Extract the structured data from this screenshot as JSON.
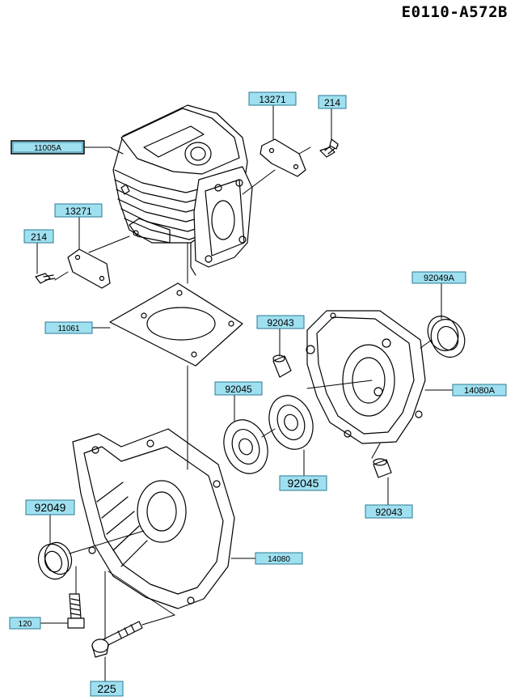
{
  "diagram_code": "E0110-A572B",
  "callouts": [
    {
      "id": "c-11005a",
      "label": "11005A"
    },
    {
      "id": "c-13271-top",
      "label": "13271"
    },
    {
      "id": "c-214-top",
      "label": "214"
    },
    {
      "id": "c-13271-left",
      "label": "13271"
    },
    {
      "id": "c-214-left",
      "label": "214"
    },
    {
      "id": "c-92049a",
      "label": "92049A"
    },
    {
      "id": "c-11061",
      "label": "11061"
    },
    {
      "id": "c-92043-top",
      "label": "92043"
    },
    {
      "id": "c-14080a",
      "label": "14080A"
    },
    {
      "id": "c-92045-left",
      "label": "92045"
    },
    {
      "id": "c-92045-right",
      "label": "92045"
    },
    {
      "id": "c-92043-bottom",
      "label": "92043"
    },
    {
      "id": "c-92049",
      "label": "92049"
    },
    {
      "id": "c-14080",
      "label": "14080"
    },
    {
      "id": "c-120",
      "label": "120"
    },
    {
      "id": "c-225",
      "label": "225"
    }
  ],
  "colors": {
    "label_fill": "#9fe0f0",
    "label_stroke": "#2a7a95",
    "line": "#000000"
  }
}
